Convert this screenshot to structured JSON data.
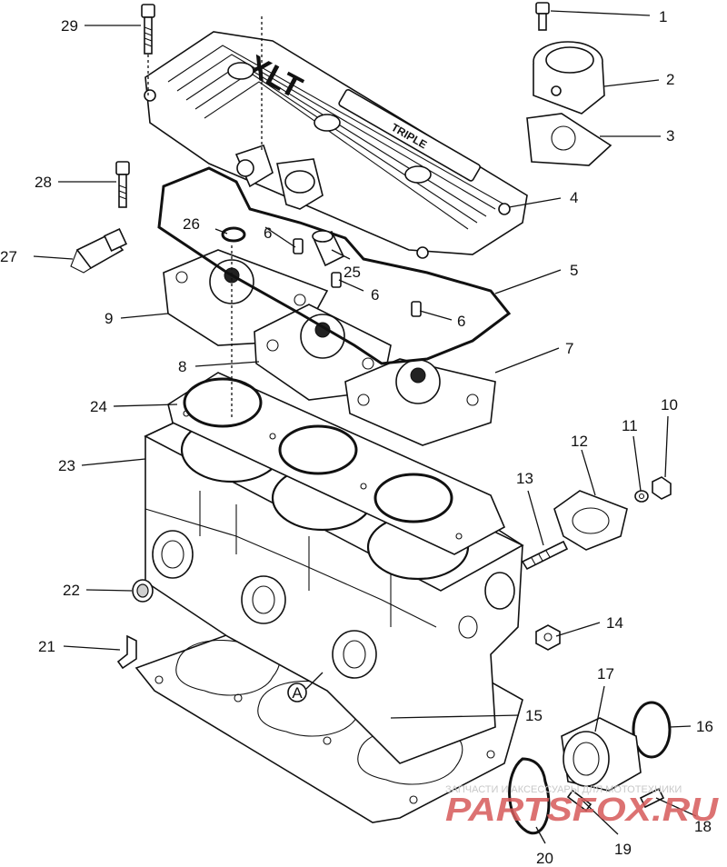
{
  "cover_emblem": {
    "model_letters": "XLT",
    "badge_text": "TRIPLE"
  },
  "detail_marker": "A",
  "callouts": [
    {
      "id": "c1",
      "label": "1"
    },
    {
      "id": "c2",
      "label": "2"
    },
    {
      "id": "c3",
      "label": "3"
    },
    {
      "id": "c4",
      "label": "4"
    },
    {
      "id": "c5",
      "label": "5"
    },
    {
      "id": "c6a",
      "label": "6"
    },
    {
      "id": "c6b",
      "label": "6"
    },
    {
      "id": "c6c",
      "label": "6"
    },
    {
      "id": "c7",
      "label": "7"
    },
    {
      "id": "c8",
      "label": "8"
    },
    {
      "id": "c9",
      "label": "9"
    },
    {
      "id": "c10",
      "label": "10"
    },
    {
      "id": "c11",
      "label": "11"
    },
    {
      "id": "c12",
      "label": "12"
    },
    {
      "id": "c13",
      "label": "13"
    },
    {
      "id": "c14",
      "label": "14"
    },
    {
      "id": "c15",
      "label": "15"
    },
    {
      "id": "c16",
      "label": "16"
    },
    {
      "id": "c17",
      "label": "17"
    },
    {
      "id": "c18",
      "label": "18"
    },
    {
      "id": "c19",
      "label": "19"
    },
    {
      "id": "c20",
      "label": "20"
    },
    {
      "id": "c21",
      "label": "21"
    },
    {
      "id": "c22",
      "label": "22"
    },
    {
      "id": "c23",
      "label": "23"
    },
    {
      "id": "c24",
      "label": "24"
    },
    {
      "id": "c25",
      "label": "25"
    },
    {
      "id": "c26",
      "label": "26"
    },
    {
      "id": "c27",
      "label": "27"
    },
    {
      "id": "c28",
      "label": "28"
    },
    {
      "id": "c29",
      "label": "29"
    }
  ],
  "watermark": {
    "tagline": "ЗАПЧАСТИ И АКСЕССУАРЫ ДЛЯ МОТОТЕХНИКИ",
    "brand": "PARTSFOX.RU",
    "brand_color": "#d65a5a"
  }
}
